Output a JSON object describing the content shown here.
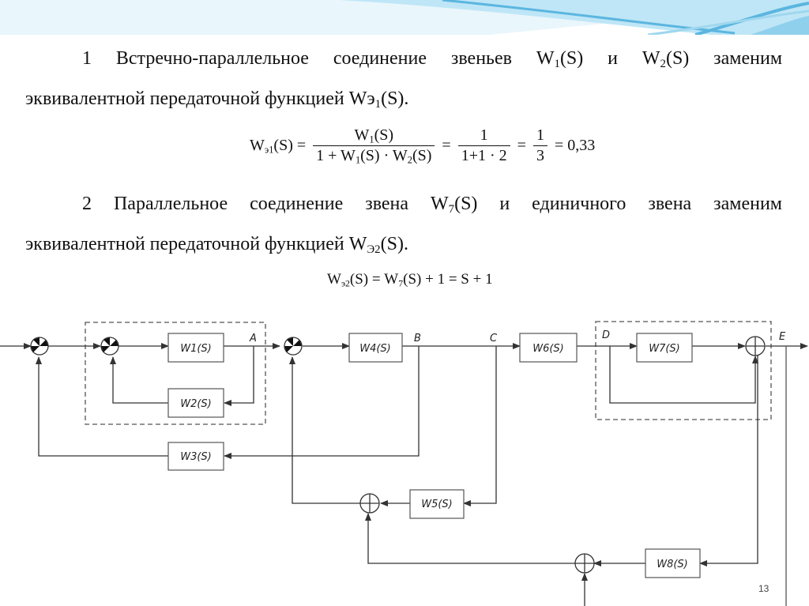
{
  "para1": {
    "line1": "1 Встречно-параллельное соединение звеньев W",
    "s1": "1",
    "m1": "(S) и W",
    "s2": "2",
    "m2": "(S) заменим",
    "line2": "эквивалентной передаточной функцией Wэ",
    "s3": "1",
    "end": "(S)."
  },
  "formula1": {
    "lhs": "W",
    "lhs_sub": "э1",
    "lhs_arg": "(S) =",
    "num1": "W",
    "num1_sub": "1",
    "num1_arg": "(S)",
    "den1_a": "1 + W",
    "den1_s1": "1",
    "den1_b": "(S) · W",
    "den1_s2": "2",
    "den1_c": "(S)",
    "eq1": "=",
    "num2": "1",
    "den2": "1+1 · 2",
    "eq2": "=",
    "num3": "1",
    "den3": "3",
    "result": "= 0,33"
  },
  "para2": {
    "line1": "2 Параллельное соединение звена W",
    "s1": "7",
    "m1": "(S) и единичного звена заменим",
    "line2": "эквивалентной передаточной функцией W",
    "s2": "Э2",
    "end": "(S)."
  },
  "formula2": {
    "lhs": "W",
    "lhs_sub": "э2",
    "lhs_arg": "(S) = W",
    "w_sub": "7",
    "rest": "(S) + 1 = S + 1"
  },
  "diagram": {
    "blocks": {
      "w1": "W1(S)",
      "w2": "W2(S)",
      "w3": "W3(S)",
      "w4": "W4(S)",
      "w5": "W5(S)",
      "w6": "W6(S)",
      "w7": "W7(S)",
      "w8": "W8(S)"
    },
    "nodes": {
      "a": "A",
      "b": "B",
      "c": "C",
      "d": "D",
      "e": "E"
    }
  },
  "page_number": "13",
  "colors": {
    "accent": "#5bb6e0",
    "accent_light": "#bfe6f6",
    "line": "#333333"
  }
}
